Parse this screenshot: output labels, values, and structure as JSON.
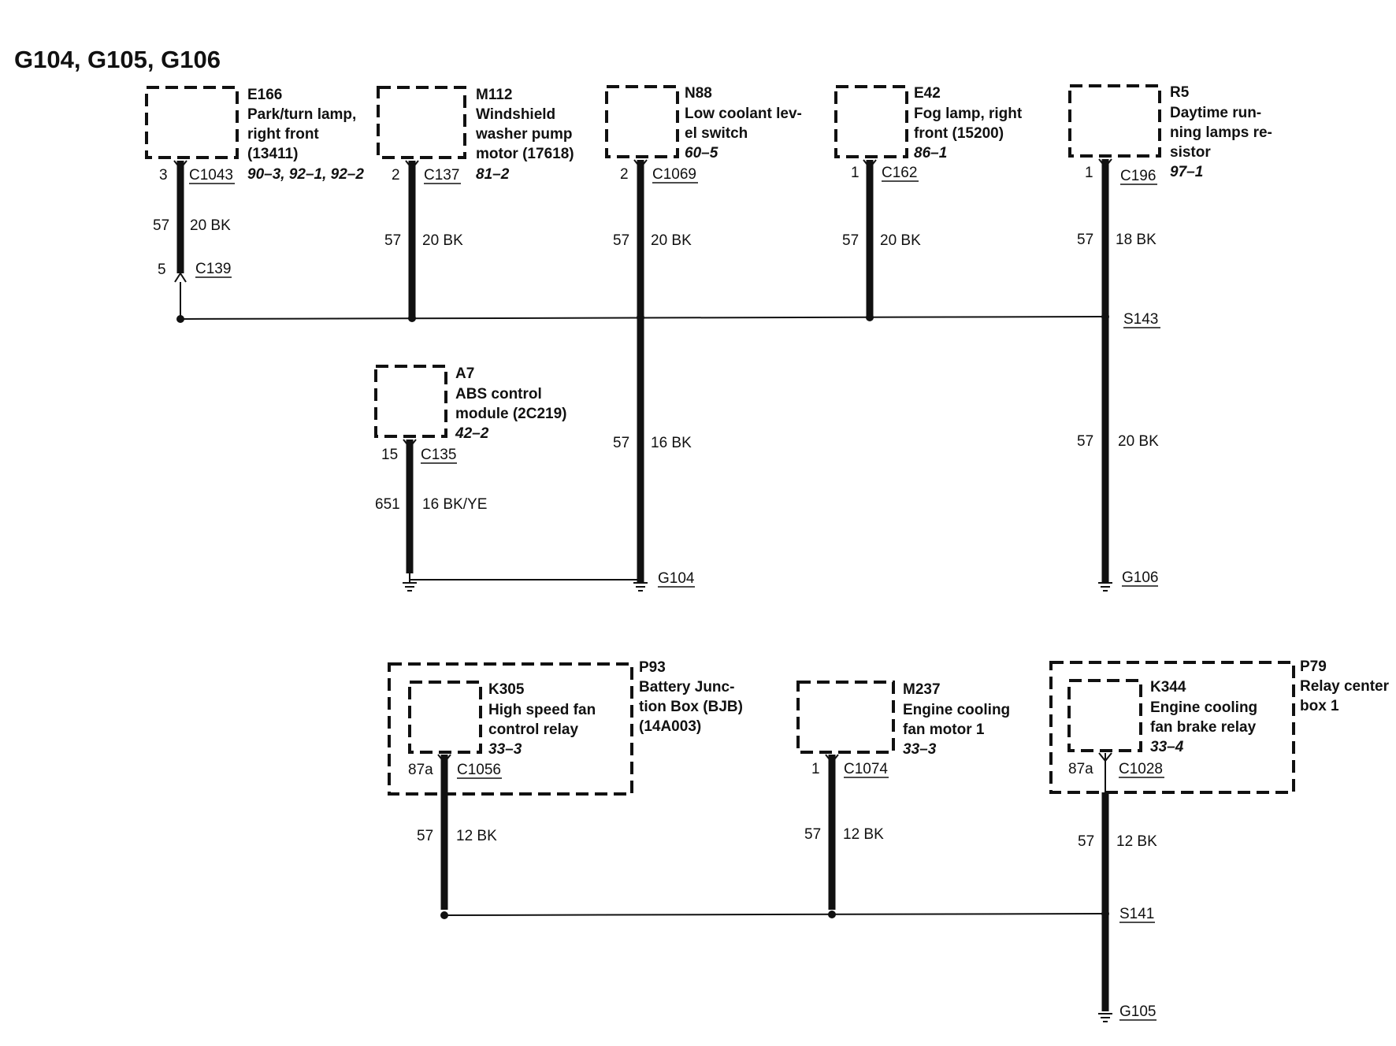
{
  "title": "G104, G105, G106",
  "components": {
    "e166": {
      "id": "E166",
      "lines": [
        "Park/turn lamp,",
        "right front",
        "(13411)"
      ],
      "ref": "90–3, 92–1, 92–2"
    },
    "m112": {
      "id": "M112",
      "lines": [
        "Windshield",
        "washer pump",
        "motor (17618)"
      ],
      "ref": "81–2"
    },
    "n88": {
      "id": "N88",
      "lines": [
        "Low coolant lev-",
        "el switch"
      ],
      "ref": "60–5"
    },
    "e42": {
      "id": "E42",
      "lines": [
        "Fog lamp, right",
        "front (15200)"
      ],
      "ref": "86–1"
    },
    "r5": {
      "id": "R5",
      "lines": [
        "Daytime run-",
        "ning lamps re-",
        "sistor"
      ],
      "ref": "97–1"
    },
    "a7": {
      "id": "A7",
      "lines": [
        "ABS control",
        "module (2C219)"
      ],
      "ref": "42–2"
    },
    "k305": {
      "id": "K305",
      "lines": [
        "High speed fan",
        "control relay"
      ],
      "ref": "33–3"
    },
    "p93": {
      "id": "P93",
      "lines": [
        "Battery Junc-",
        "tion Box (BJB)",
        "(14A003)"
      ]
    },
    "m237": {
      "id": "M237",
      "lines": [
        "Engine cooling",
        "fan motor 1"
      ],
      "ref": "33–3"
    },
    "k344": {
      "id": "K344",
      "lines": [
        "Engine cooling",
        "fan brake relay"
      ],
      "ref": "33–4"
    },
    "p79": {
      "id": "P79",
      "lines": [
        "Relay center",
        "box 1"
      ]
    }
  },
  "connectors": {
    "c1043": {
      "name": "C1043",
      "pin": "3"
    },
    "c139": {
      "name": "C139",
      "pin": "5"
    },
    "c137": {
      "name": "C137",
      "pin": "2"
    },
    "c1069": {
      "name": "C1069",
      "pin": "2"
    },
    "c162": {
      "name": "C162",
      "pin": "1"
    },
    "c196": {
      "name": "C196",
      "pin": "1"
    },
    "c135": {
      "name": "C135",
      "pin": "15"
    },
    "c1056": {
      "name": "C1056",
      "pin": "87a"
    },
    "c1074": {
      "name": "C1074",
      "pin": "1"
    },
    "c1028": {
      "name": "C1028",
      "pin": "87a"
    }
  },
  "wires": {
    "e166": {
      "circuit": "57",
      "spec": "20 BK"
    },
    "m112": {
      "circuit": "57",
      "spec": "20 BK"
    },
    "n88": {
      "circuit": "57",
      "spec": "20 BK"
    },
    "e42": {
      "circuit": "57",
      "spec": "20 BK"
    },
    "r5": {
      "circuit": "57",
      "spec": "18 BK"
    },
    "n88_lower": {
      "circuit": "57",
      "spec": "16 BK"
    },
    "r5_lower": {
      "circuit": "57",
      "spec": "20 BK"
    },
    "a7": {
      "circuit": "651",
      "spec": "16 BK/YE"
    },
    "k305": {
      "circuit": "57",
      "spec": "12 BK"
    },
    "m237": {
      "circuit": "57",
      "spec": "12 BK"
    },
    "k344": {
      "circuit": "57",
      "spec": "12 BK"
    }
  },
  "splices": {
    "s143": "S143",
    "s141": "S141"
  },
  "grounds": {
    "g104": "G104",
    "g105": "G105",
    "g106": "G106"
  }
}
